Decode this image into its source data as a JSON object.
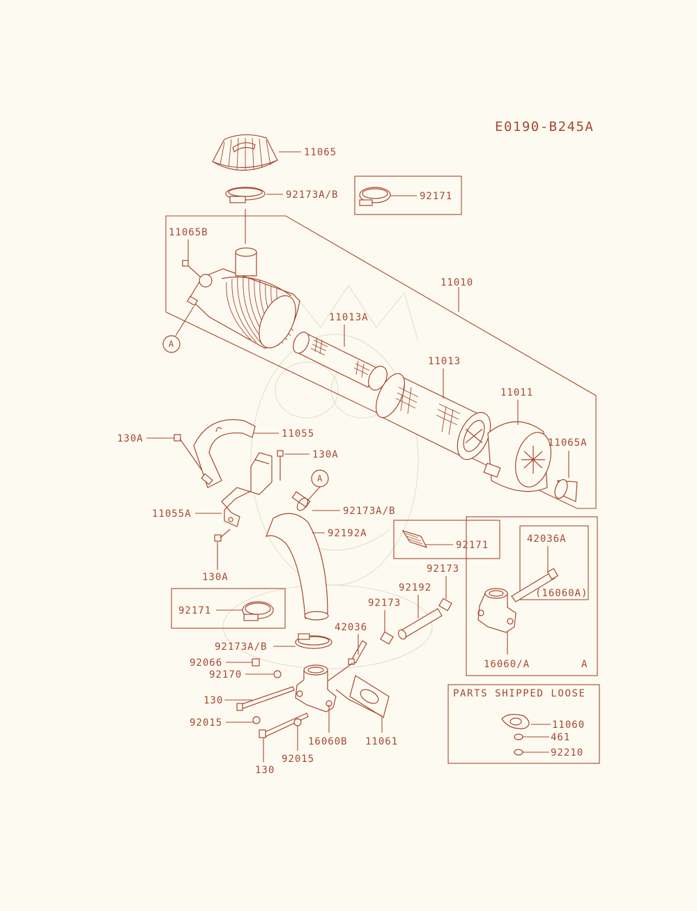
{
  "diagram_code": "E0190-B245A",
  "parts": {
    "p11065": "11065",
    "p92173ab_top": "92173A/B",
    "p92171_top": "92171",
    "p11065b": "11065B",
    "p11010": "11010",
    "p11013a": "11013A",
    "p11013": "11013",
    "p11011": "11011",
    "p11065a": "11065A",
    "p130a_1": "130A",
    "p11055": "11055",
    "p130a_2": "130A",
    "p11055a": "11055A",
    "p130a_3": "130A",
    "p92173ab_mid": "92173A/B",
    "p92192a": "92192A",
    "p92171_mid": "92171",
    "p92173_r": "92173",
    "p92192": "92192",
    "p92173_m": "92173",
    "p42036": "42036",
    "p92171_low": "92171",
    "p92173ab_low": "92173A/B",
    "p92066": "92066",
    "p92170": "92170",
    "p130_1": "130",
    "p92015_1": "92015",
    "p16060b": "16060B",
    "p11061": "11061",
    "p92015_2": "92015",
    "p130_2": "130",
    "p42036a": "42036A",
    "p16060a_paren": "(16060A)",
    "p16060_a": "16060/A",
    "detail_ref": "A"
  },
  "callouts": {
    "a_top": "A",
    "a_mid": "A"
  },
  "loose": {
    "title": "PARTS SHIPPED LOOSE",
    "p11060": "11060",
    "p461": "461",
    "p92210": "92210"
  }
}
